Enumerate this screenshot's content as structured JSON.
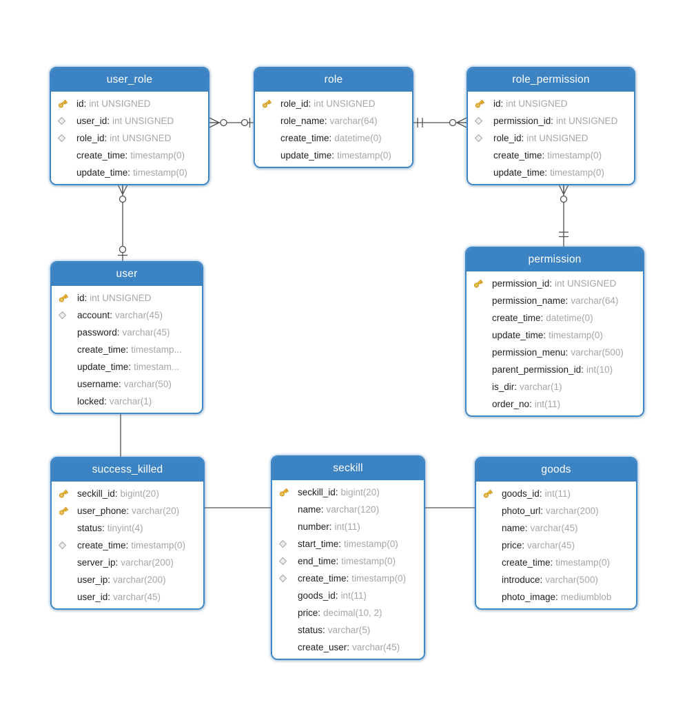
{
  "colors": {
    "header_blue": "#3b83c2",
    "border_blue": "#3f86c5",
    "connector_gray": "#4f4f4f",
    "column_name_color": "#1f1f1f",
    "column_type_color": "#a6a6a6",
    "key_gold": "#f5c23c",
    "diamond_gray": "#e0e0e0"
  },
  "tables": [
    {
      "id": "user_role",
      "title": "user_role",
      "columns": [
        {
          "icon": "key",
          "name": "id",
          "type": "int UNSIGNED"
        },
        {
          "icon": "diamond",
          "name": "user_id",
          "type": "int UNSIGNED"
        },
        {
          "icon": "diamond",
          "name": "role_id",
          "type": "int UNSIGNED"
        },
        {
          "icon": null,
          "name": "create_time",
          "type": "timestamp(0)"
        },
        {
          "icon": null,
          "name": "update_time",
          "type": "timestamp(0)"
        }
      ]
    },
    {
      "id": "role",
      "title": "role",
      "columns": [
        {
          "icon": "key",
          "name": "role_id",
          "type": "int UNSIGNED"
        },
        {
          "icon": null,
          "name": "role_name",
          "type": "varchar(64)"
        },
        {
          "icon": null,
          "name": "create_time",
          "type": "datetime(0)"
        },
        {
          "icon": null,
          "name": "update_time",
          "type": "timestamp(0)"
        }
      ]
    },
    {
      "id": "role_permission",
      "title": "role_permission",
      "columns": [
        {
          "icon": "key",
          "name": "id",
          "type": "int UNSIGNED"
        },
        {
          "icon": "diamond",
          "name": "permission_id",
          "type": "int UNSIGNED"
        },
        {
          "icon": "diamond",
          "name": "role_id",
          "type": "int UNSIGNED"
        },
        {
          "icon": null,
          "name": "create_time",
          "type": "timestamp(0)"
        },
        {
          "icon": null,
          "name": "update_time",
          "type": "timestamp(0)"
        }
      ]
    },
    {
      "id": "permission",
      "title": "permission",
      "columns": [
        {
          "icon": "key",
          "name": "permission_id",
          "type": "int UNSIGNED"
        },
        {
          "icon": null,
          "name": "permission_name",
          "type": "varchar(64)"
        },
        {
          "icon": null,
          "name": "create_time",
          "type": "datetime(0)"
        },
        {
          "icon": null,
          "name": "update_time",
          "type": "timestamp(0)"
        },
        {
          "icon": null,
          "name": "permission_menu",
          "type": "varchar(500)"
        },
        {
          "icon": null,
          "name": "parent_permission_id",
          "type": "int(10)"
        },
        {
          "icon": null,
          "name": "is_dir",
          "type": "varchar(1)"
        },
        {
          "icon": null,
          "name": "order_no",
          "type": "int(11)"
        }
      ]
    },
    {
      "id": "user",
      "title": "user",
      "columns": [
        {
          "icon": "key",
          "name": "id",
          "type": "int UNSIGNED"
        },
        {
          "icon": "diamond",
          "name": "account",
          "type": "varchar(45)"
        },
        {
          "icon": null,
          "name": "password",
          "type": "varchar(45)"
        },
        {
          "icon": null,
          "name": "create_time",
          "type": "timestamp..."
        },
        {
          "icon": null,
          "name": "update_time",
          "type": "timestam..."
        },
        {
          "icon": null,
          "name": "username",
          "type": "varchar(50)"
        },
        {
          "icon": null,
          "name": "locked",
          "type": "varchar(1)"
        }
      ]
    },
    {
      "id": "success_killed",
      "title": "success_killed",
      "columns": [
        {
          "icon": "key",
          "name": "seckill_id",
          "type": "bigint(20)"
        },
        {
          "icon": "key",
          "name": "user_phone",
          "type": "varchar(20)"
        },
        {
          "icon": null,
          "name": "status",
          "type": "tinyint(4)"
        },
        {
          "icon": "diamond",
          "name": "create_time",
          "type": "timestamp(0)"
        },
        {
          "icon": null,
          "name": "server_ip",
          "type": "varchar(200)"
        },
        {
          "icon": null,
          "name": "user_ip",
          "type": "varchar(200)"
        },
        {
          "icon": null,
          "name": "user_id",
          "type": "varchar(45)"
        }
      ]
    },
    {
      "id": "seckill",
      "title": "seckill",
      "columns": [
        {
          "icon": "key",
          "name": "seckill_id",
          "type": "bigint(20)"
        },
        {
          "icon": null,
          "name": "name",
          "type": "varchar(120)"
        },
        {
          "icon": null,
          "name": "number",
          "type": "int(11)"
        },
        {
          "icon": "diamond",
          "name": "start_time",
          "type": "timestamp(0)"
        },
        {
          "icon": "diamond",
          "name": "end_time",
          "type": "timestamp(0)"
        },
        {
          "icon": "diamond",
          "name": "create_time",
          "type": "timestamp(0)"
        },
        {
          "icon": null,
          "name": "goods_id",
          "type": "int(11)"
        },
        {
          "icon": null,
          "name": "price",
          "type": "decimal(10, 2)"
        },
        {
          "icon": null,
          "name": "status",
          "type": "varchar(5)"
        },
        {
          "icon": null,
          "name": "create_user",
          "type": "varchar(45)"
        }
      ]
    },
    {
      "id": "goods",
      "title": "goods",
      "columns": [
        {
          "icon": "key",
          "name": "goods_id",
          "type": "int(11)"
        },
        {
          "icon": null,
          "name": "photo_url",
          "type": "varchar(200)"
        },
        {
          "icon": null,
          "name": "name",
          "type": "varchar(45)"
        },
        {
          "icon": null,
          "name": "price",
          "type": "varchar(45)"
        },
        {
          "icon": null,
          "name": "create_time",
          "type": "timestamp(0)"
        },
        {
          "icon": null,
          "name": "introduce",
          "type": "varchar(500)"
        },
        {
          "icon": null,
          "name": "photo_image",
          "type": "mediumblob"
        }
      ]
    }
  ],
  "relationships": [
    {
      "from": "user_role",
      "to": "role",
      "from_end": "zero-or-many",
      "to_end": "zero-or-one"
    },
    {
      "from": "role_permission",
      "to": "role",
      "from_end": "zero-or-many",
      "to_end": "exactly-one"
    },
    {
      "from": "user_role",
      "to": "user",
      "from_end": "zero-or-many",
      "to_end": "zero-or-one"
    },
    {
      "from": "role_permission",
      "to": "permission",
      "from_end": "zero-or-many",
      "to_end": "exactly-one"
    },
    {
      "from": "user",
      "to": "success_killed",
      "from_end": "plain",
      "to_end": "plain"
    },
    {
      "from": "success_killed",
      "to": "seckill",
      "from_end": "plain",
      "to_end": "plain"
    },
    {
      "from": "seckill",
      "to": "goods",
      "from_end": "plain",
      "to_end": "plain"
    }
  ]
}
